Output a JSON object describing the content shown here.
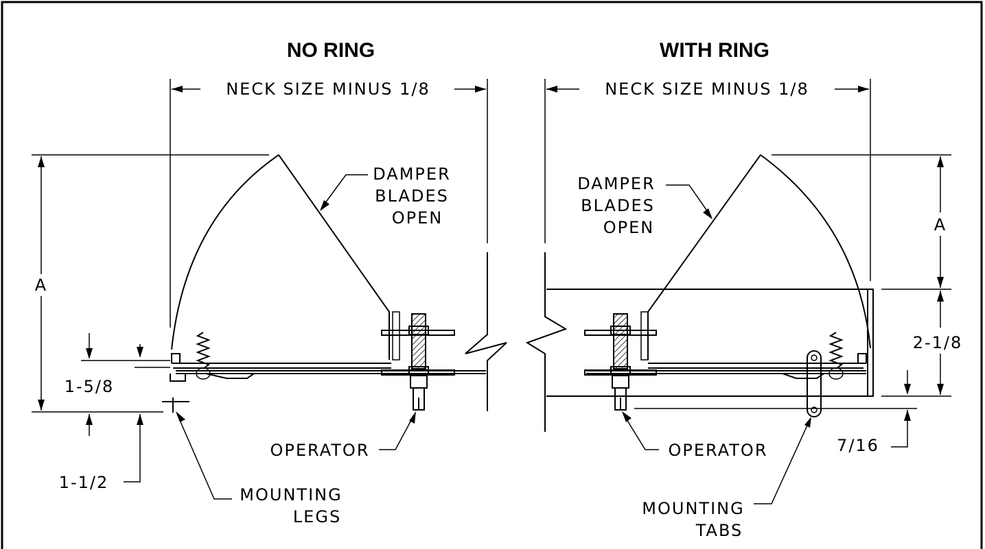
{
  "titles": {
    "left": "NO RING",
    "right": "WITH RING"
  },
  "dimensions": {
    "neck_left": "NECK SIZE MINUS 1/8",
    "neck_right": "NECK SIZE MINUS 1/8",
    "a_left": "A",
    "a_right": "A",
    "leg_height": "1-5/8",
    "leg_offset": "1-1/2",
    "ring_height": "2-1/8",
    "tab_offset": "7/16"
  },
  "callouts": {
    "damper_left": [
      "DAMPER",
      "BLADES",
      "OPEN"
    ],
    "damper_right": [
      "DAMPER",
      "BLADES",
      "OPEN"
    ],
    "operator_left": "OPERATOR",
    "operator_right": "OPERATOR",
    "mounting_legs": [
      "MOUNTING",
      "LEGS"
    ],
    "mounting_tabs": [
      "MOUNTING",
      "TABS"
    ]
  }
}
